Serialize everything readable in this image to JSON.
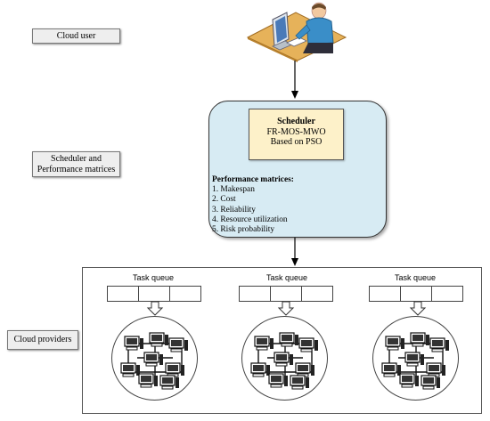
{
  "labels": {
    "cloud_user": "Cloud user",
    "scheduler_line1": "Scheduler and",
    "scheduler_line2": "Performance matrices",
    "cloud_providers": "Cloud providers"
  },
  "scheduler": {
    "title": "Scheduler",
    "algorithm": "FR-MOS-MWO",
    "basis": "Based on PSO"
  },
  "performance": {
    "heading": "Performance matrices:",
    "items": [
      "1. Makespan",
      "2. Cost",
      "3. Reliability",
      "4. Resource utilization",
      "5. Risk probability"
    ]
  },
  "providers": {
    "task_queue_labels": [
      "Task queue",
      "Task queue",
      "Task queue"
    ]
  },
  "icons": [
    "user-at-computer-icon",
    "server-cluster-icon"
  ],
  "colors": {
    "scheduler_panel": "#d7ebf3",
    "scheduler_box": "#fdf1c9",
    "label_box": "#eeeeee"
  }
}
